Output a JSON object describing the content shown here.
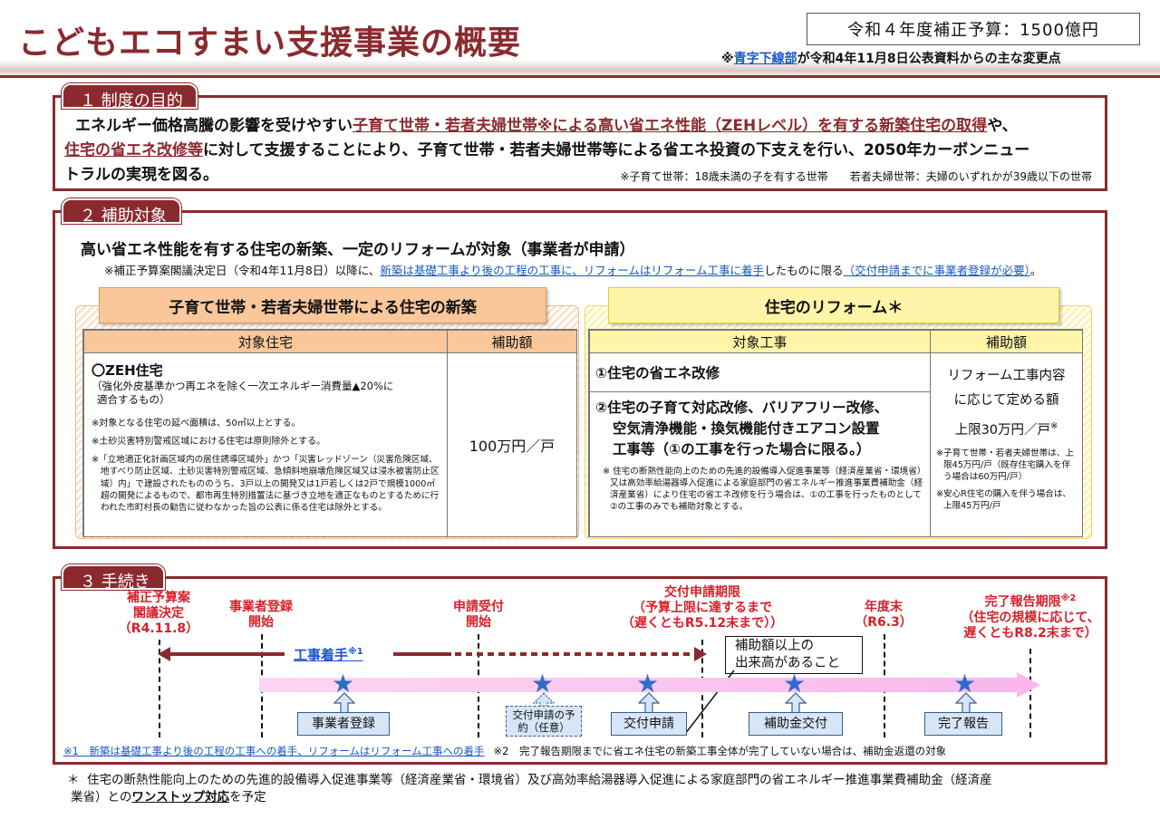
{
  "title": "こどもエコすまい支援事業の概要",
  "budget": "令和４年度補正予算：1500億円",
  "change_note": {
    "mark": "※",
    "link": "青字下線部",
    "rest": "が令和4年11月8日公表資料からの主な変更点"
  },
  "sec1": {
    "tab": "１ 制度の目的",
    "p1a": "エネルギー価格高騰の影響を受けやすい",
    "p1b": "子育て世帯・若者夫婦世帯※による高い省エネ性能（ZEHレベル）を有する新築住宅の取得",
    "p1c": "や、",
    "p2a": "住宅の省エネ改修等",
    "p2b": "に対して支援することにより、子育て世帯・若者夫婦世帯等による省エネ投資の下支えを行い、2050年カーボンニュー",
    "p3": "トラルの実現を図る。",
    "note": "※子育て世帯：18歳未満の子を有する世帯　　若者夫婦世帯：夫婦のいずれかが39歳以下の世帯"
  },
  "sec2": {
    "tab": "２ 補助対象",
    "lead": "高い省エネ性能を有する住宅の新築、一定のリフォームが対象（事業者が申請）",
    "note_a": "※補正予算案閣議決定日（令和4年11月8日）以降に、",
    "note_b": "新築は基礎工事より後の工程の工事に、リフォームはリフォーム工事に着手",
    "note_c": "したものに限る",
    "note_d": "（交付申請までに事業者登録が必要）",
    "note_e": "。",
    "new": {
      "header": "子育て世帯・若者夫婦世帯による住宅の新築",
      "col1": "対象住宅",
      "col2": "補助額",
      "item": "〇ZEH住宅",
      "item_desc1": "（強化外皮基準かつ再エネを除く一次エネルギー消費量▲20%に",
      "item_desc2": "適合するもの）",
      "n1": "※対象となる住宅の延べ面積は、50㎡以上とする。",
      "n2": "※土砂災害特別警戒区域における住宅は原則除外とする。",
      "n3": "※「立地適正化計画区域内の居住誘導区域外」かつ「災害レッドゾーン（災害危険区域、地すべり防止区域、土砂災害特別警戒区域、急傾斜地崩壊危険区域又は浸水被害防止区域）内」で建設されたもののうち、3戸以上の開発又は1戸若しくは2戸で規模1000㎡超の開発によるもので、都市再生特別措置法に基づき立地を適正なものとするために行われた市町村長の勧告に従わなかった旨の公表に係る住宅は除外とする。",
      "amount": "100万円／戸"
    },
    "reform": {
      "header": "住宅のリフォーム＊",
      "col1": "対象工事",
      "col2": "補助額",
      "w1": "①住宅の省エネ改修",
      "w2a": "②住宅の子育て対応改修、バリアフリー改修、",
      "w2b": "空気清浄機能・換気機能付きエアコン設置",
      "w2c": "工事等（①の工事を行った場合に限る。）",
      "wn": "※ 住宅の断熱性能向上のための先進的設備導入促進事業等（経済産業省・環境省）又は高効率給湯器導入促進による家庭部門の省エネルギー推進事業費補助金（経済産業省）により住宅の省エネ改修を行う場合は、①の工事を行ったものとして②の工事のみでも補助対象とする。",
      "a1": "リフォーム工事内容",
      "a2": "に応じて定める額",
      "a3": "上限30万円／戸",
      "a3s": "※",
      "an1": "※子育て世帯・若者夫婦世帯は、上限45万円/戸（既存住宅購入を伴う場合は60万円/戸）",
      "an2": "※安心R住宅の購入を伴う場合は、上限45万円/戸"
    }
  },
  "sec3": {
    "tab": "３ 手続き",
    "m1": [
      "補正予算案",
      "閣議決定",
      "（R4.11.8）"
    ],
    "m2": [
      "事業者登録",
      "開始"
    ],
    "m3": [
      "申請受付",
      "開始"
    ],
    "m4": [
      "交付申請期限",
      "（予算上限に達するまで",
      "（遅くともR5.12末まで））"
    ],
    "m5": [
      "年度末",
      "（R6.3）"
    ],
    "m6": [
      "完了報告期限",
      "（住宅の規模に応じて、",
      "遅くともR8.2末まで）"
    ],
    "m6s": "※2",
    "work": "工事着手",
    "work_s": "※1",
    "callout1": "補助額以上の",
    "callout2": "出来高があること",
    "steps": [
      "事業者登録",
      "交付申請の予約（任意）",
      "交付申請",
      "補助金交付",
      "完了報告"
    ],
    "fn1": "※1　新築は基礎工事より後の工程の工事への着手、リフォームはリフォーム工事への着手",
    "fn2": "※2　完了報告期限までに省エネ住宅の新築工事全体が完了していない場合は、補助金返還の対象"
  },
  "footer": {
    "mark": "＊",
    "a": "住宅の断熱性能向上のための先進的設備導入促進事業等（経済産業省・環境省）及び高効率給湯器導入促進による家庭部門の省エネルギー推進事業費補助金（経済産",
    "b": "業省）との",
    "c": "ワンストップ対応",
    "d": "を予定"
  },
  "colors": {
    "maroon": "#8b2a2e",
    "red": "#d8202a",
    "blue": "#1a56c4",
    "orange": "#f9c79a",
    "yellow": "#fff5a8",
    "star": "#2f6dc9"
  }
}
